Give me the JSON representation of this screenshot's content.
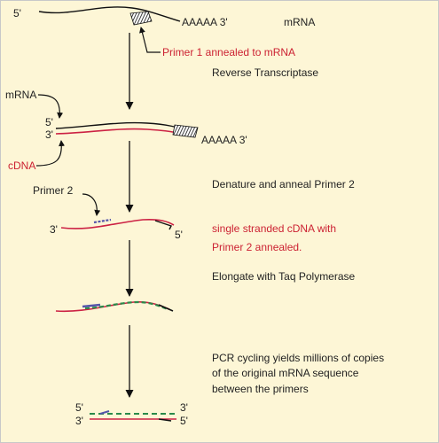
{
  "colors": {
    "background": "#fdf6d6",
    "mrna_strand": "#111111",
    "cdna_strand": "#cc2244",
    "red_text": "#cc2233",
    "primer2": "#5555aa",
    "new_strand": "#2a8a4a"
  },
  "icons": [
    "arrow-down-icon",
    "arrow-pointer-icon",
    "hatched-primer-icon"
  ],
  "step1": {
    "five_prime": "5'",
    "polya": "AAAAA 3'",
    "mrna_label": "mRNA",
    "primer1_label": "Primer 1 annealed to mRNA",
    "enzyme": "Reverse Transcriptase"
  },
  "step2": {
    "mrna_pointer": "mRNA",
    "five_prime": "5'",
    "three_prime": "3'",
    "polya": "AAAAA 3'",
    "cdna_pointer": "cDNA",
    "action": "Denature and anneal Primer 2"
  },
  "step3": {
    "primer2_label": "Primer 2",
    "three_prime": "3'",
    "five_prime": "5'",
    "desc_line1": "single stranded cDNA with",
    "desc_line2": "Primer 2 annealed.",
    "action": "Elongate with Taq Polymerase"
  },
  "step4": {
    "desc_line1": "PCR cycling yields millions of copies",
    "desc_line2": "of the original mRNA sequence",
    "desc_line3": "between the primers"
  },
  "step5": {
    "top_left": "5'",
    "bottom_left": "3'",
    "top_right": "3'",
    "bottom_right": "5'"
  }
}
